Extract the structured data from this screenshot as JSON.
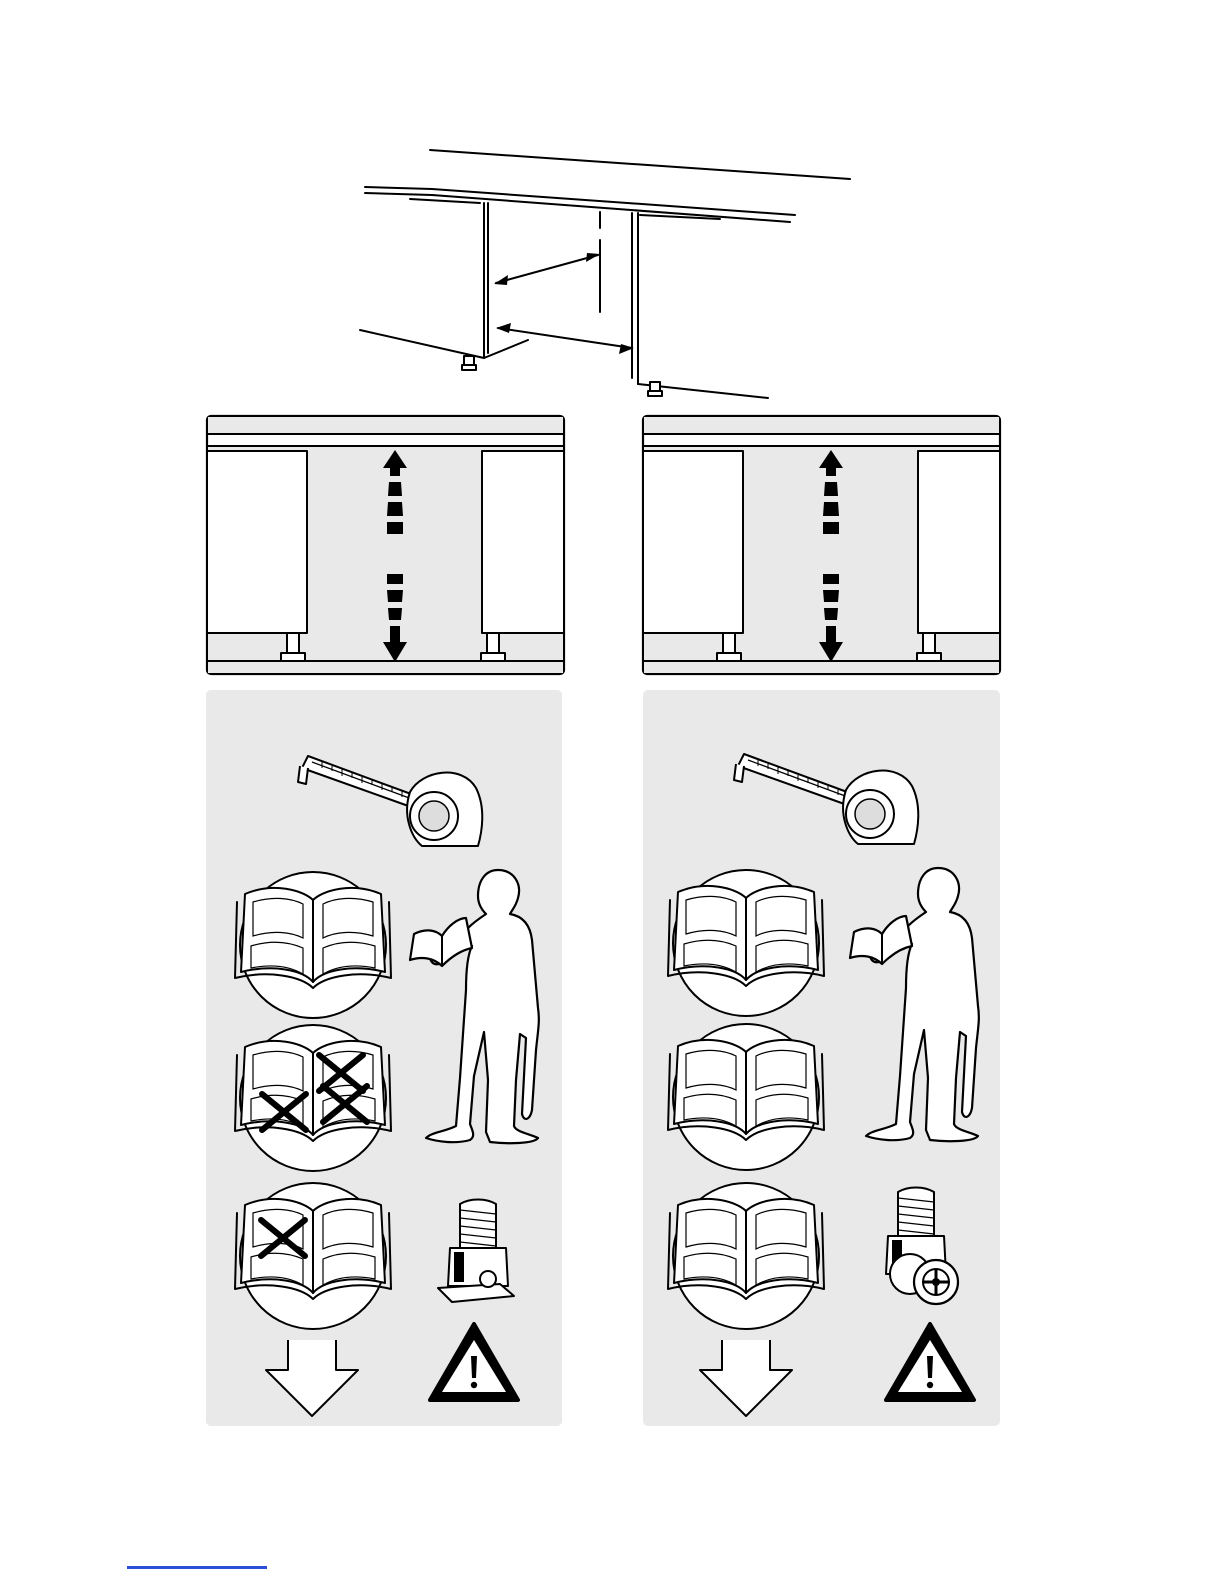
{
  "document": {
    "type": "installation-pictogram-page",
    "text_content": [],
    "icons": {
      "top": "cabinet-gap-measurement-diagram",
      "left_column": [
        "cabinet-height-gap",
        "tape-measure",
        "manual-all-pages",
        "manual-three-pages-crossed",
        "manual-one-page-crossed",
        "person-reading-manual",
        "adjustable-foot",
        "down-arrow",
        "warning-triangle"
      ],
      "right_column": [
        "cabinet-height-gap",
        "tape-measure",
        "manual-all-pages",
        "manual-all-pages",
        "manual-all-pages",
        "person-reading-manual",
        "adjustable-foot-with-wheel",
        "down-arrow",
        "warning-triangle"
      ]
    },
    "colors": {
      "panel_background": "#e9e9e9",
      "line": "#000000",
      "link": "#2b4fd8"
    }
  }
}
